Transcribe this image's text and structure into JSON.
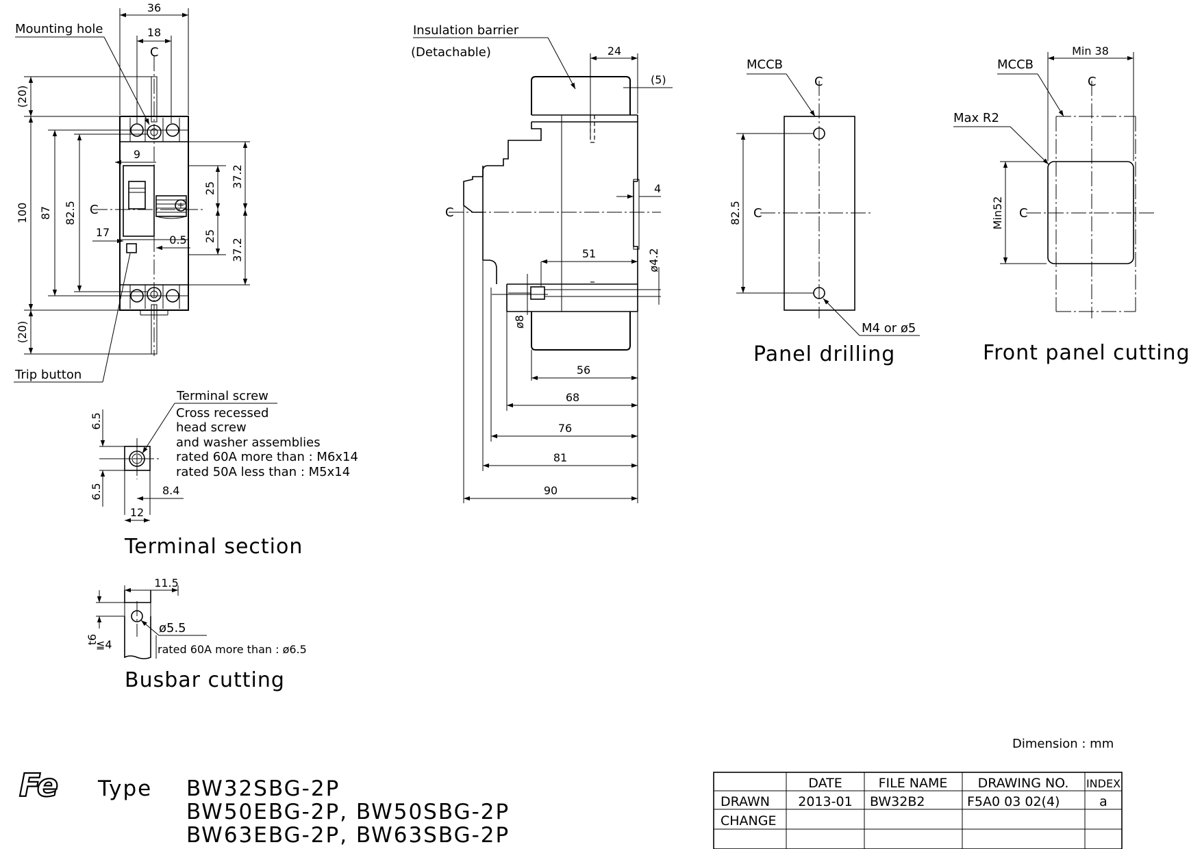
{
  "labels": {
    "mounting_hole": "Mounting hole",
    "trip_button": "Trip button",
    "insulation_barrier": "Insulation barrier",
    "detachable": "(Detachable)",
    "mccb_1": "MCCB",
    "mccb_2": "MCCB",
    "max_r2": "Max R2",
    "m4_or_5": "M4 or ø5",
    "terminal_screw": "Terminal screw",
    "screw_desc": [
      "Cross recessed",
      "head screw",
      "and washer assemblies",
      "rated 60A more than : M6x14",
      "rated 50A less than : M5x14"
    ],
    "busbar_rating": "rated 60A more than : ø6.5",
    "busbar_dia": "ø5.5",
    "centerline": "C"
  },
  "titles": {
    "panel_drilling": "Panel drilling",
    "front_panel_cutting": "Front panel cutting",
    "terminal_section": "Terminal section",
    "busbar_cutting": "Busbar cutting"
  },
  "dimensions": {
    "front": {
      "w36": "36",
      "w18": "18",
      "top20": "(20)",
      "bot20": "(20)",
      "h100": "100",
      "h87": "87",
      "h82_5": "82.5",
      "w9": "9",
      "w17": "17",
      "w0_5": "0.5",
      "h25a": "25",
      "h25b": "25",
      "h37_2a": "37.2",
      "h37_2b": "37.2"
    },
    "side": {
      "w24": "24",
      "w5": "(5)",
      "w4": "4",
      "w51": "51",
      "d4_2": "ø4.2",
      "d8": "ø8",
      "w56": "56",
      "w68": "68",
      "w76": "76",
      "w81": "81",
      "w90": "90"
    },
    "panel": {
      "h82_5": "82.5"
    },
    "cutting": {
      "min38": "Min 38",
      "min52": "Min52"
    },
    "terminal": {
      "h6_5a": "6.5",
      "h6_5b": "6.5",
      "w8_4": "8.4",
      "w12": "12"
    },
    "busbar": {
      "w11_5": "11.5",
      "t6": "t6",
      "le4": "≦4"
    }
  },
  "footer": {
    "dimension_unit": "Dimension : mm",
    "logo": "Fe",
    "type_label": "Type",
    "models": [
      "BW32SBG-2P",
      "BW50EBG-2P, BW50SBG-2P",
      "BW63EBG-2P, BW63SBG-2P"
    ]
  },
  "title_block": {
    "headers": [
      "",
      "DATE",
      "FILE NAME",
      "DRAWING NO.",
      "INDEX"
    ],
    "rows": [
      [
        "DRAWN",
        "2013-01",
        "BW32B2",
        "F5A0 03 02(4)",
        "a"
      ],
      [
        "CHANGE",
        "",
        "",
        "",
        ""
      ],
      [
        "",
        "",
        "",
        "",
        ""
      ]
    ]
  }
}
